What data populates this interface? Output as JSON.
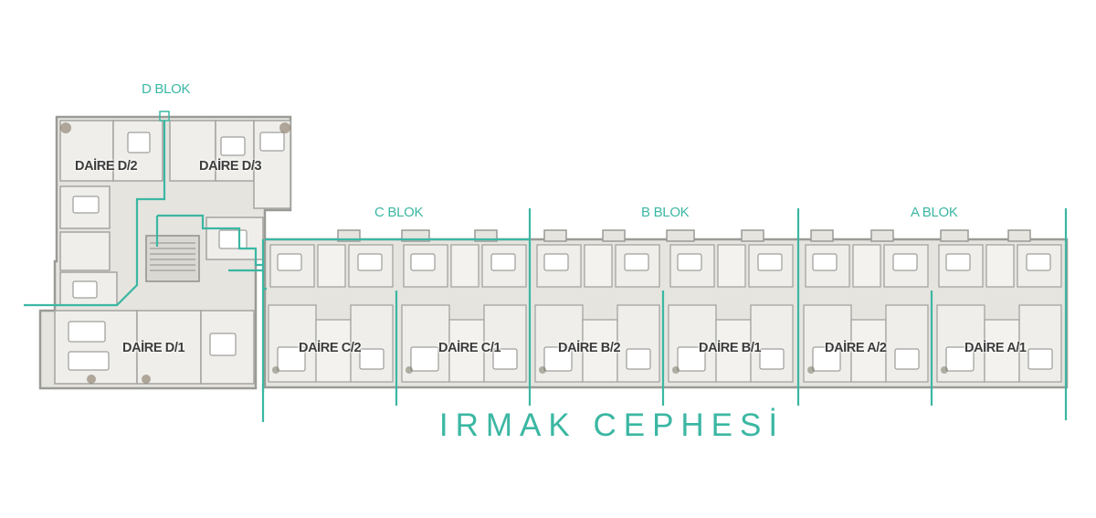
{
  "colors": {
    "accent": "#3bb7a3",
    "wall": "#9a9a96",
    "floor": "#e6e4df",
    "text": "#3d3d3d"
  },
  "blocks": {
    "d": "D BLOK",
    "c": "C BLOK",
    "b": "B BLOK",
    "a": "A BLOK"
  },
  "units": {
    "d2": "DAİRE D/2",
    "d3": "DAİRE D/3",
    "d1": "DAİRE D/1",
    "c2": "DAİRE C/2",
    "c1": "DAİRE C/1",
    "b2": "DAİRE B/2",
    "b1": "DAİRE B/1",
    "a2": "DAİRE A/2",
    "a1": "DAİRE A/1"
  },
  "facade": "IRMAK CEPHESİ"
}
